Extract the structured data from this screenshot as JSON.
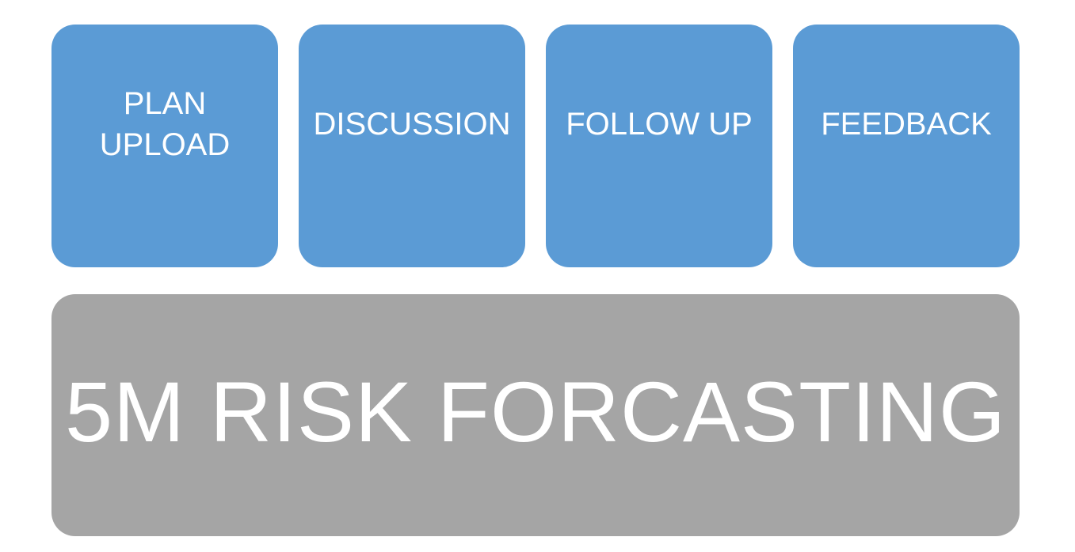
{
  "colors": {
    "step_fill": "#5b9bd5",
    "banner_fill": "#a5a5a5",
    "text": "#ffffff"
  },
  "steps": [
    {
      "label": "PLAN\nUPLOAD"
    },
    {
      "label": "DISCUSSION"
    },
    {
      "label": "FOLLOW UP"
    },
    {
      "label": "FEEDBACK"
    }
  ],
  "banner": {
    "label": "5M RISK FORCASTING"
  }
}
